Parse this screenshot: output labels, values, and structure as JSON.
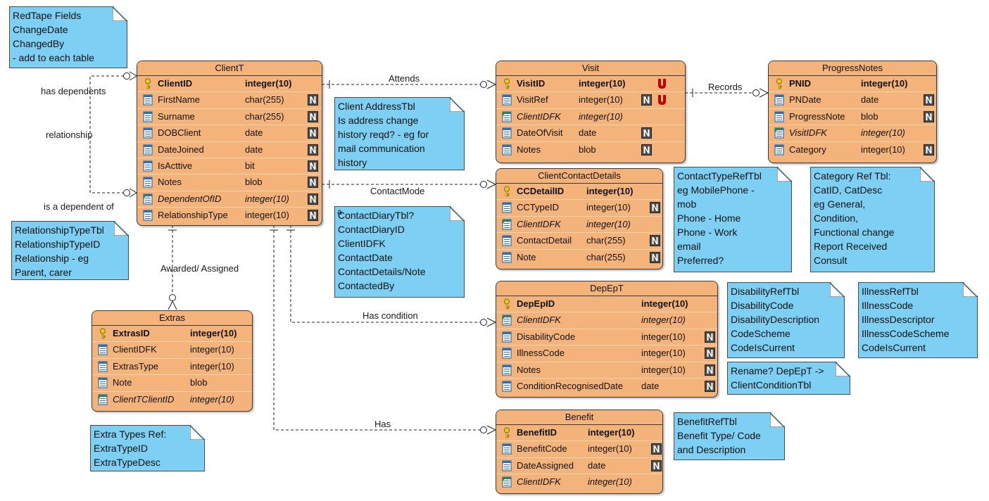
{
  "entities": {
    "clientt": {
      "title": "ClientT",
      "fields": [
        {
          "name": "ClientID",
          "type": "integer(10)",
          "kind": "pk",
          "nullable": false
        },
        {
          "name": "FirstName",
          "type": "char(255)",
          "kind": "col",
          "nullable": true
        },
        {
          "name": "Surname",
          "type": "char(255)",
          "kind": "col",
          "nullable": true
        },
        {
          "name": "DOBClient",
          "type": "date",
          "kind": "col",
          "nullable": true
        },
        {
          "name": "DateJoined",
          "type": "date",
          "kind": "col",
          "nullable": true
        },
        {
          "name": "IsActtive",
          "type": "bit",
          "kind": "col",
          "nullable": true
        },
        {
          "name": "Notes",
          "type": "blob",
          "kind": "col",
          "nullable": true
        },
        {
          "name": "DependentOfID",
          "type": "integer(10)",
          "kind": "fk",
          "nullable": true
        },
        {
          "name": "RelationshipType",
          "type": "integer(10)",
          "kind": "col",
          "nullable": true
        }
      ]
    },
    "visit": {
      "title": "Visit",
      "fields": [
        {
          "name": "VisitID",
          "type": "integer(10)",
          "kind": "pk",
          "nullable": false,
          "unique": true
        },
        {
          "name": "VisitRef",
          "type": "integer(10)",
          "kind": "col",
          "nullable": true,
          "unique": true
        },
        {
          "name": "ClientIDFK",
          "type": "integer(10)",
          "kind": "fk",
          "nullable": false
        },
        {
          "name": "DateOfVisit",
          "type": "date",
          "kind": "col",
          "nullable": true
        },
        {
          "name": "Notes",
          "type": "blob",
          "kind": "col",
          "nullable": true
        }
      ]
    },
    "progressnotes": {
      "title": "ProgressNotes",
      "fields": [
        {
          "name": "PNID",
          "type": "integer(10)",
          "kind": "pk",
          "nullable": false
        },
        {
          "name": "PNDate",
          "type": "date",
          "kind": "col",
          "nullable": true
        },
        {
          "name": "ProgressNote",
          "type": "blob",
          "kind": "col",
          "nullable": true
        },
        {
          "name": "VisitIDFK",
          "type": "integer(10)",
          "kind": "fk",
          "nullable": false
        },
        {
          "name": "Category",
          "type": "integer(10)",
          "kind": "col",
          "nullable": true
        }
      ]
    },
    "clientcontactdetails": {
      "title": "ClientContactDetails",
      "fields": [
        {
          "name": "CCDetailID",
          "type": "integer(10)",
          "kind": "pk",
          "nullable": false
        },
        {
          "name": "CCTypeID",
          "type": "integer(10)",
          "kind": "col",
          "nullable": true
        },
        {
          "name": "ClientIDFK",
          "type": "integer(10)",
          "kind": "fk",
          "nullable": false
        },
        {
          "name": "ContactDetail",
          "type": "char(255)",
          "kind": "col",
          "nullable": true
        },
        {
          "name": "Note",
          "type": "char(255)",
          "kind": "col",
          "nullable": true
        }
      ]
    },
    "depept": {
      "title": "DepEpT",
      "fields": [
        {
          "name": "DepEpID",
          "type": "integer(10)",
          "kind": "pk",
          "nullable": false
        },
        {
          "name": "ClientIDFK",
          "type": "integer(10)",
          "kind": "fk",
          "nullable": false
        },
        {
          "name": "DisabilityCode",
          "type": "integer(10)",
          "kind": "col",
          "nullable": true
        },
        {
          "name": "IllnessCode",
          "type": "integer(10)",
          "kind": "col",
          "nullable": true
        },
        {
          "name": "Notes",
          "type": "integer(10)",
          "kind": "col",
          "nullable": true
        },
        {
          "name": "ConditionRecognisedDate",
          "type": "date",
          "kind": "col",
          "nullable": true
        }
      ]
    },
    "extras": {
      "title": "Extras",
      "fields": [
        {
          "name": "ExtrasID",
          "type": "integer(10)",
          "kind": "pk",
          "nullable": false
        },
        {
          "name": "ClientIDFK",
          "type": "integer(10)",
          "kind": "col",
          "nullable": false
        },
        {
          "name": "ExtrasType",
          "type": "integer(10)",
          "kind": "col",
          "nullable": false
        },
        {
          "name": "Note",
          "type": "blob",
          "kind": "col",
          "nullable": false
        },
        {
          "name": "ClientTClientID",
          "type": "integer(10)",
          "kind": "fk",
          "nullable": false
        }
      ]
    },
    "benefit": {
      "title": "Benefit",
      "fields": [
        {
          "name": "BenefitID",
          "type": "integer(10)",
          "kind": "pk",
          "nullable": false
        },
        {
          "name": "BenefitCode",
          "type": "integer(10)",
          "kind": "col",
          "nullable": true
        },
        {
          "name": "DateAssigned",
          "type": "date",
          "kind": "col",
          "nullable": true
        },
        {
          "name": "ClientIDFK",
          "type": "integer(10)",
          "kind": "fk",
          "nullable": false
        }
      ]
    }
  },
  "notes": {
    "redtape": [
      "RedTape Fields",
      "ChangeDate",
      "ChangedBy",
      "- add to each table"
    ],
    "address": [
      "Client AddressTbl",
      "Is address change",
      "history reqd? - eg for",
      "mail communication",
      "history"
    ],
    "relationshiptype": [
      "RelationshipTypeTbl",
      "RelationshipTypeID",
      "Relationship - eg",
      "Parent, carer"
    ],
    "contactdiary": [
      "ContactDiaryTbl?",
      "ContactDiaryID",
      "ClientIDFK",
      "ContactDate",
      "ContactDetails/Note",
      "ContactedBy"
    ],
    "contacttype": [
      "ContactTypeRefTbl",
      "eg MobilePhone -",
      "mob",
      "Phone - Home",
      "Phone - Work",
      "email",
      "Preferred?"
    ],
    "category": [
      "Category Ref Tbl:",
      "CatID, CatDesc",
      "eg General,",
      "Condition,",
      "Functional change",
      "Report Received",
      "Consult"
    ],
    "disability": [
      "DisabilityRefTbl",
      "DisabilityCode",
      "DisabilityDescription",
      "CodeScheme",
      "CodeIsCurrent"
    ],
    "illness": [
      "IllnessRefTbl",
      "IllnessCode",
      "IllnessDescriptor",
      "IllnessCodeScheme",
      "CodeIsCurrent"
    ],
    "rename": [
      "Rename? DepEpT ->",
      "ClientConditionTbl"
    ],
    "extratypes": [
      "Extra Types Ref:",
      "ExtraTypeID",
      "ExtraTypeDesc"
    ],
    "benefitref": [
      "BenefitRefTbl",
      "Benefit Type/ Code",
      "and Description"
    ]
  },
  "labels": {
    "attends": "Attends",
    "records": "Records",
    "contactmode": "ContactMode",
    "has_condition": "Has condition",
    "has": "Has",
    "awarded": "Awarded/ Assigned",
    "has_dependents": "has dependents",
    "relationship": "relationship",
    "is_dependent_of": "is a dependent of",
    "stray_a": "a"
  },
  "colors": {
    "entity_fill": "#f4b37a",
    "note_fill": "#7dcff3",
    "unique_badge": "#c00000",
    "key_icon": "#e8c430",
    "column_icon": "#2f6fb5",
    "fk_arrow": "#2a8a3a"
  }
}
